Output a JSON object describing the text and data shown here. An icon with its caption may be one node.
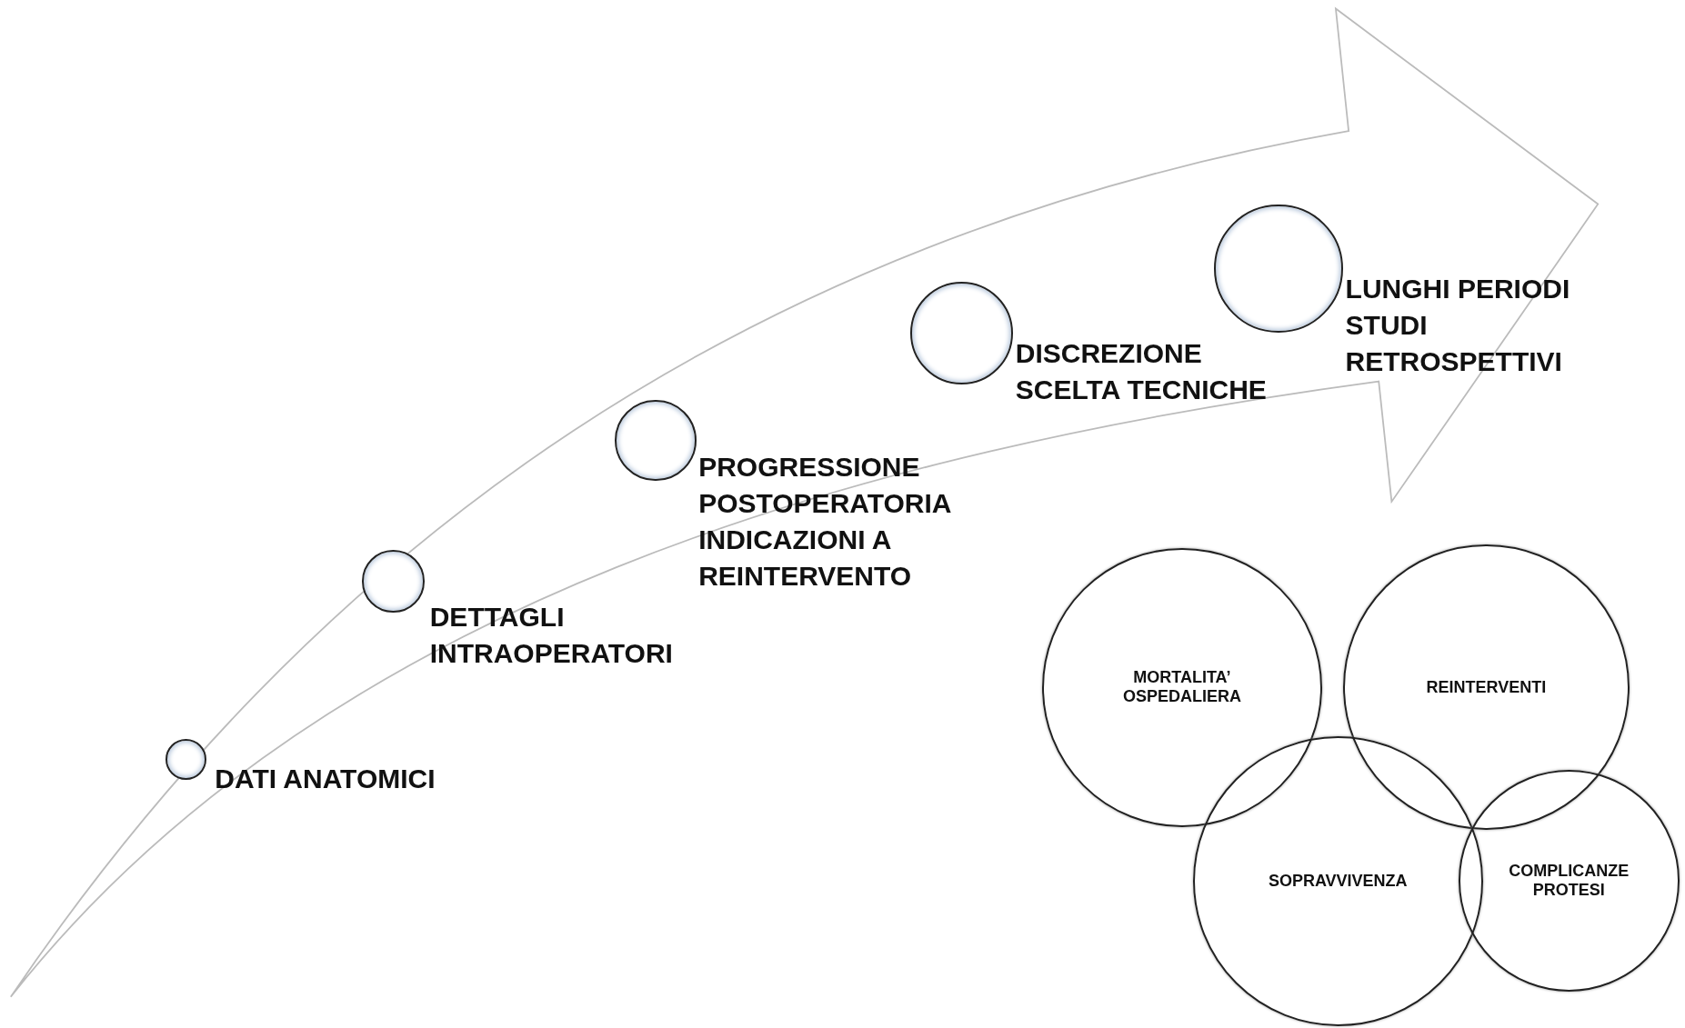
{
  "diagram": {
    "nodes": [
      {
        "text": [
          "DATI ANATOMICI"
        ]
      },
      {
        "text": [
          "DETTAGLI INTRAOPERATORI"
        ]
      },
      {
        "text": [
          "PROGRESSIONE POSTOPERATORIA INDICAZIONI A REINTERVENTO"
        ]
      },
      {
        "text": [
          "DISCREZIONE SCELTA TECNICHE"
        ]
      },
      {
        "text": [
          "LUNGHI PERIODI STUDI RETROSPETTIVI"
        ]
      },
      {
        "text": [
          "MORTALITA’ OSPEDALIERA"
        ]
      },
      {
        "text": [
          "REINTERVENTI"
        ]
      },
      {
        "text": [
          "SOPRAVVIVENZA"
        ]
      },
      {
        "text": [
          "COMPLICANZE PROTESI"
        ]
      }
    ]
  }
}
